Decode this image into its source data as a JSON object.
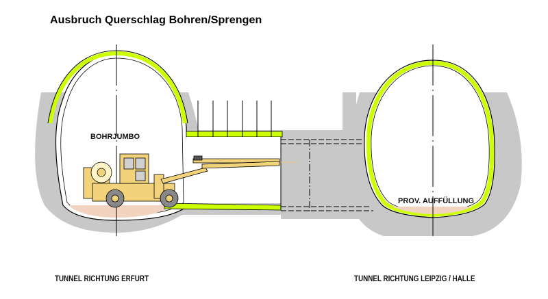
{
  "title": "Ausbruch Querschlag Bohren/Sprengen",
  "labels": {
    "machine": "BOHRJUMBO",
    "fill": "PROV. AUFFÜLLUNG"
  },
  "captions": {
    "left_tunnel": "TUNNEL RICHTUNG ERFURT",
    "right_tunnel": "TUNNEL RICHTUNG LEIPZIG / HALLE"
  },
  "colors": {
    "lining": "#ccff00",
    "rock": "#c8c8c8",
    "fill": "#f2d3bf",
    "machine": "#f2d27a",
    "outline": "#000000"
  },
  "icons": {
    "drill_rig": "drill-jumbo-machine"
  }
}
